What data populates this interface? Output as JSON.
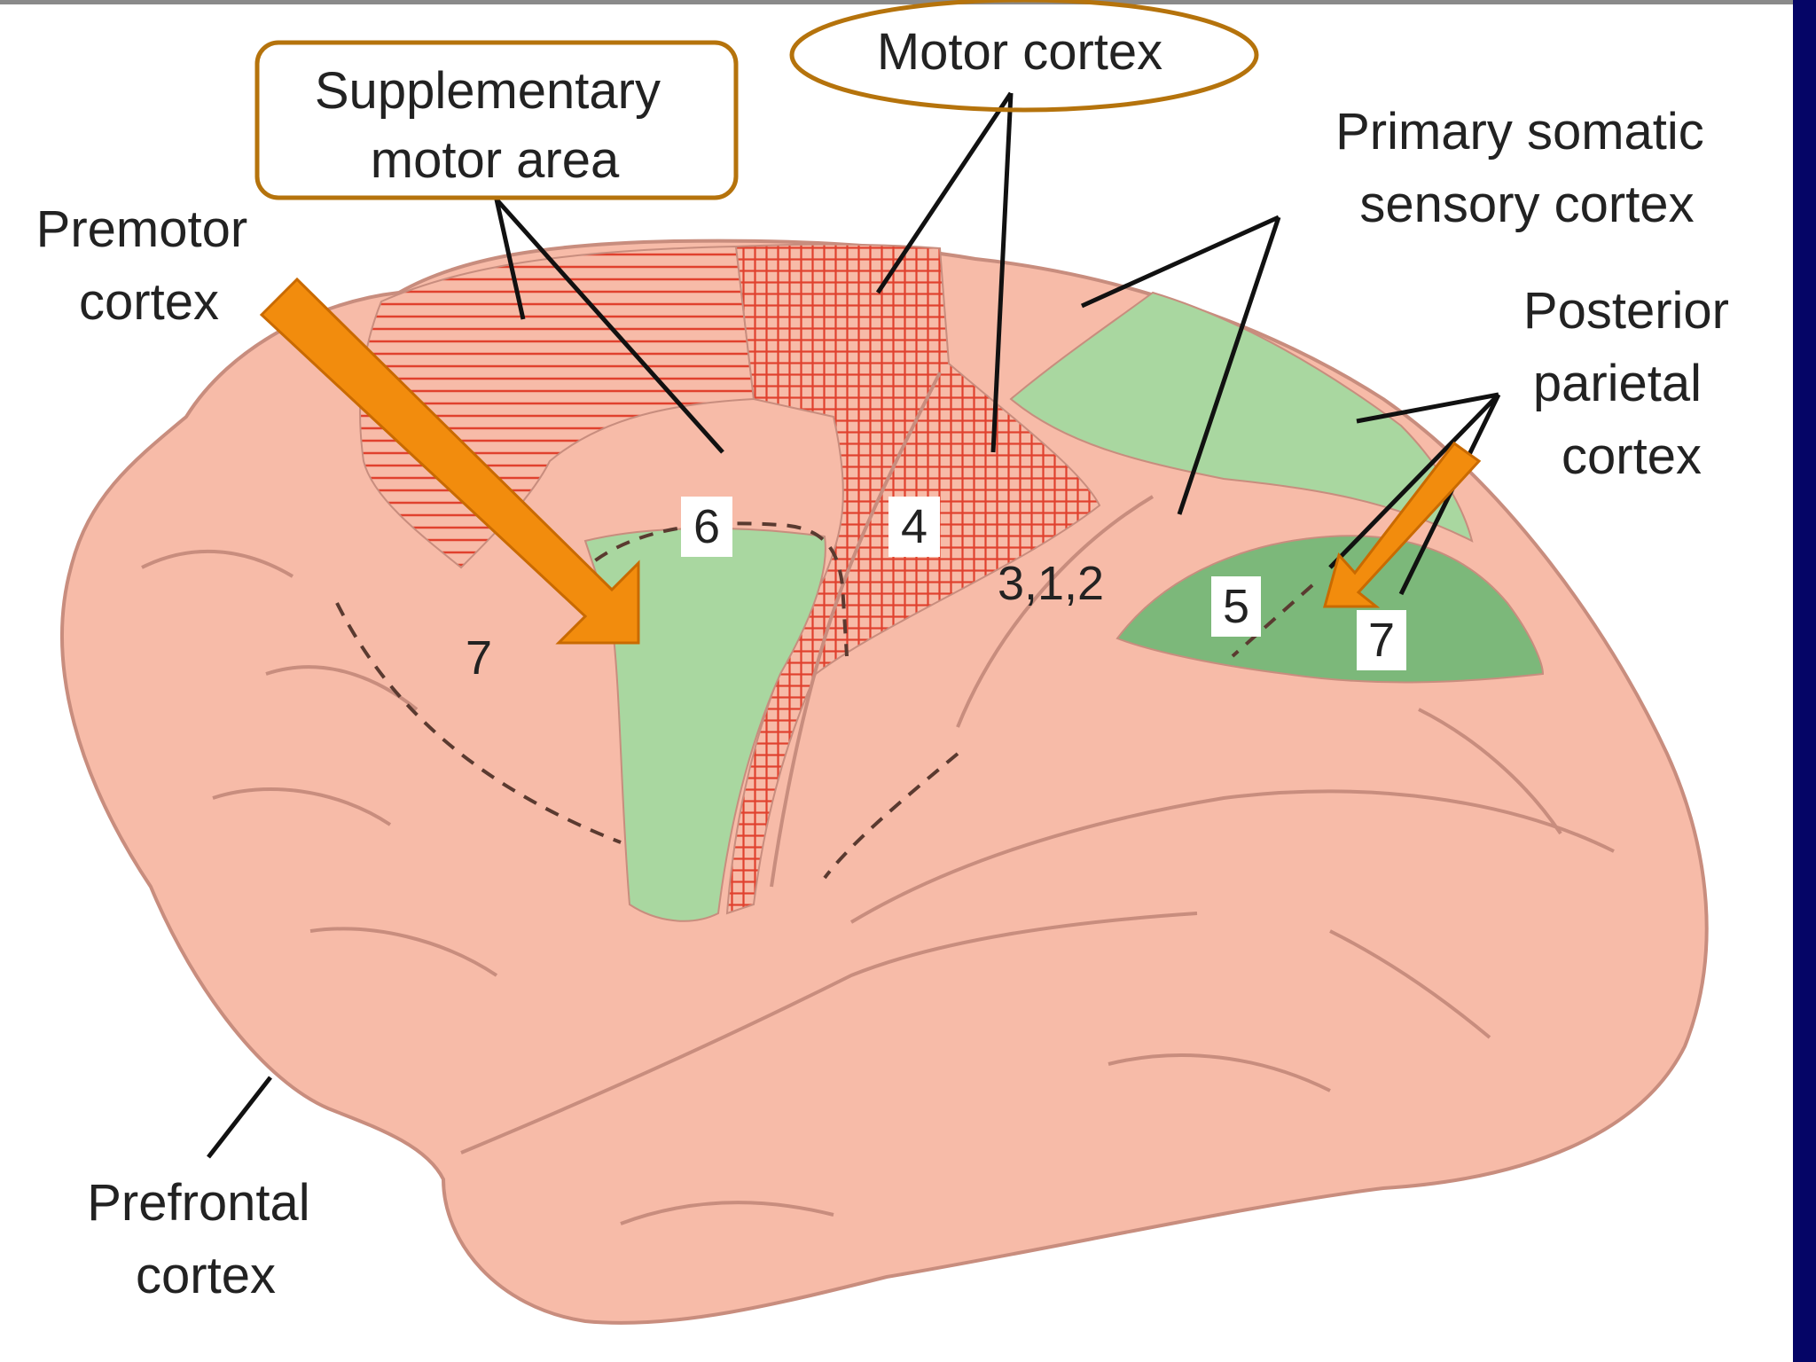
{
  "labels": {
    "supplementary_motor_area": [
      "Supplementary",
      "motor area"
    ],
    "motor_cortex": "Motor cortex",
    "primary_somatic_sensory_cortex": [
      "Primary somatic",
      "sensory cortex"
    ],
    "premotor_cortex": [
      "Premotor",
      "cortex"
    ],
    "posterior_parietal_cortex": [
      "Posterior",
      "parietal",
      "cortex"
    ],
    "prefrontal_cortex": [
      "Prefrontal",
      "cortex"
    ]
  },
  "area_numbers": {
    "area_6": "6",
    "area_4": "4",
    "area_312": "3,1,2",
    "area_7_frontal": "7",
    "area_5": "5",
    "area_7_parietal": "7"
  },
  "colors": {
    "brain_fill": "#f7bba8",
    "brain_outline": "#c88d7e",
    "green_area": "#a9d7a0",
    "green_area_dark": "#7cb87a",
    "hatch_red": "#e0412e",
    "highlight_box": "#b5730c",
    "arrow_orange": "#f28c0d",
    "frame_navy": "#050566"
  }
}
